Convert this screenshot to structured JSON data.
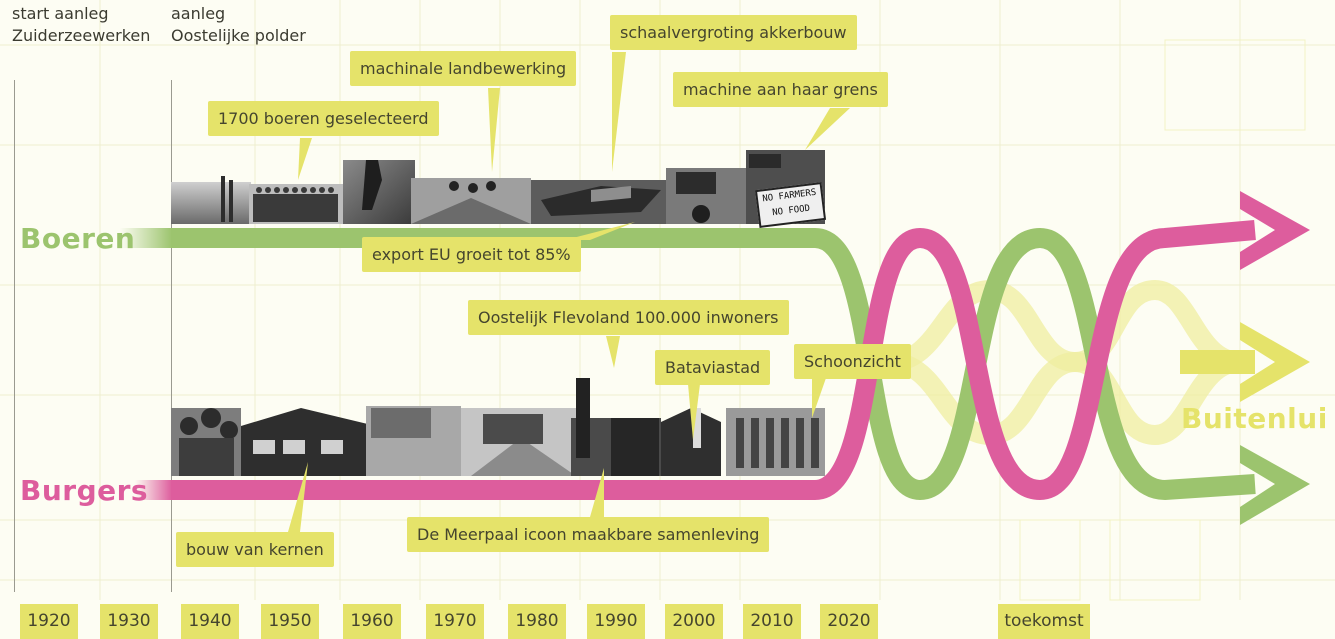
{
  "header": {
    "start_label": "start aanleg\nZuiderzeewerken",
    "aanleg_label": "aanleg\nOostelijke polder"
  },
  "streams": {
    "boeren": {
      "label": "Boeren",
      "color": "#9cc46e"
    },
    "burgers": {
      "label": "Burgers",
      "color": "#dd5d9d"
    },
    "buitenlui": {
      "label": "Buitenlui",
      "color": "#e5e36a"
    }
  },
  "callouts": {
    "boeren_selected": "1700 boeren geselecteerd",
    "machinaal": "machinale landbewerking",
    "schaal": "schaalvergroting akkerbouw",
    "machine_grens": "machine aan haar grens",
    "export": "export EU groeit tot 85%",
    "flevoland": "Oostelijk Flevoland 100.000 inwoners",
    "bataviastad": "Bataviastad",
    "schoonzicht": "Schoonzicht",
    "kernen": "bouw van kernen",
    "meerpaal": "De Meerpaal icoon maakbare samenleving"
  },
  "protest_sign": "NO FARMERS\nNO FOOD",
  "timeline": [
    "1920",
    "1930",
    "1940",
    "1950",
    "1960",
    "1970",
    "1980",
    "1990",
    "2000",
    "2010",
    "2020",
    "toekomst"
  ]
}
